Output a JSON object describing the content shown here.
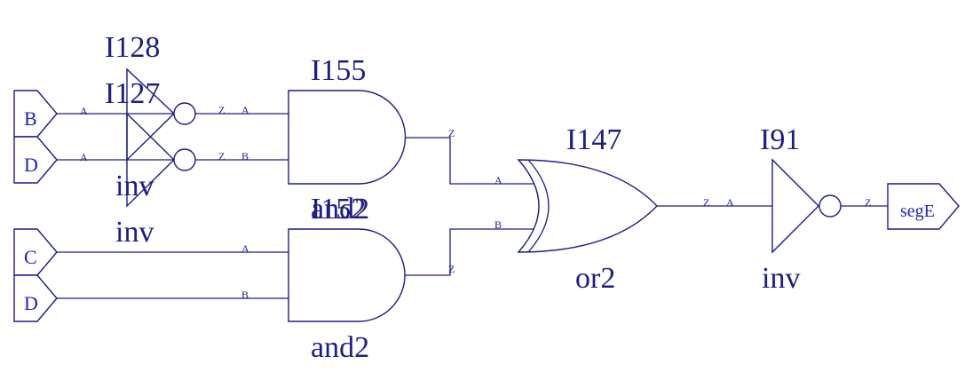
{
  "ports": {
    "in_b": "B",
    "in_d1": "D",
    "in_c": "C",
    "in_d2": "D",
    "out": "segE"
  },
  "instances": {
    "i128": {
      "name": "I128",
      "type": "inv"
    },
    "i127": {
      "name": "I127",
      "type": "inv"
    },
    "i155": {
      "name": "I155",
      "type": "and2"
    },
    "i152": {
      "name": "I152",
      "type": "and2"
    },
    "i147": {
      "name": "I147",
      "type": "or2"
    },
    "i91": {
      "name": "I91",
      "type": "inv"
    }
  },
  "pins": {
    "a": "A",
    "b": "B",
    "z": "Z"
  },
  "colors": {
    "stroke": "#1c1c8a",
    "port_text": "#2020c8"
  }
}
